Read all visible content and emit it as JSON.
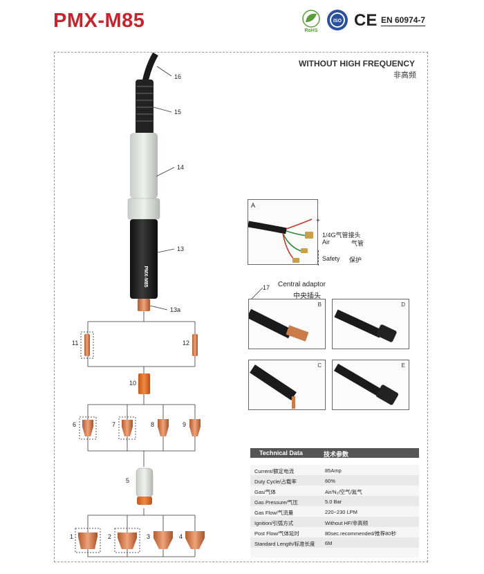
{
  "header": {
    "title": "PMX-M85",
    "cert_rohs": "RoHS",
    "cert_iso": "ISO",
    "cert_ce": "CE",
    "cert_standard": "EN 60974-7"
  },
  "subtitle": {
    "en": "WITHOUT HIGH FREQUENCY",
    "zh": "非高频"
  },
  "torch": {
    "brand_text": "PMX-M85",
    "part_numbers": [
      "16",
      "15",
      "14",
      "13",
      "13a"
    ]
  },
  "consumables": {
    "labels": [
      "11",
      "12",
      "10",
      "6",
      "7",
      "8",
      "9",
      "5",
      "1",
      "2",
      "3",
      "4"
    ]
  },
  "cable_a": {
    "letter": "A",
    "plus": "+",
    "gas_label": "1/4G气管接头",
    "air_en": "Air",
    "air_zh": "气管",
    "safety_en": "Safety",
    "safety_zh": "保护"
  },
  "adaptor": {
    "number": "17",
    "en": "Central adaptor",
    "zh": "中央插头",
    "photos": [
      "B",
      "D",
      "C",
      "E"
    ]
  },
  "tech": {
    "header_en": "Technical Data",
    "header_zh": "技术参数",
    "rows": [
      {
        "k": "Current/额定电流",
        "v": "85Amp"
      },
      {
        "k": "Duty Cycle/占载率",
        "v": "60%"
      },
      {
        "k": "Gas/气体",
        "v": "Air/N₂/空气/氮气"
      },
      {
        "k": "Gas Pressure/气压",
        "v": "5.0 Bar"
      },
      {
        "k": "Gas Flow/气流量",
        "v": "220~230 LPM"
      },
      {
        "k": "Ignition/引弧方式",
        "v": "Without HF/非高频"
      },
      {
        "k": "Post Flow/气体延时",
        "v": "80sec.recommended/推荐80秒"
      },
      {
        "k": "Standard Length/标准长度",
        "v": "6M"
      },
      {
        "k": "",
        "v": ""
      }
    ]
  },
  "colors": {
    "brand": "#c4262e",
    "copper": "#d98050",
    "header_bar": "#555555"
  }
}
